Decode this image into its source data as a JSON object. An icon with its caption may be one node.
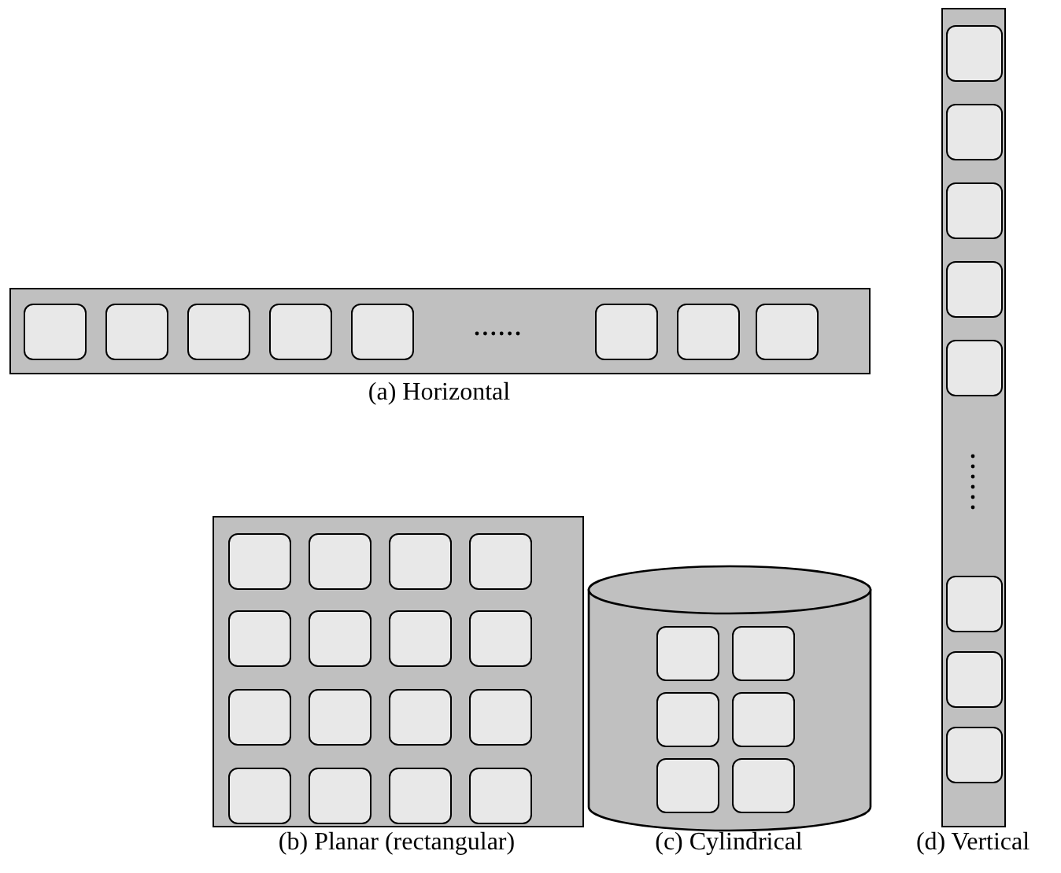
{
  "diagram": {
    "nodes": [
      {
        "text": [],
        "shape": "bar",
        "beside": [
          "(a) Horizontal"
        ]
      },
      {
        "text": [],
        "shape": "box",
        "in": 0
      },
      {
        "text": [],
        "shape": "box",
        "in": 0
      },
      {
        "text": [],
        "shape": "box",
        "in": 0
      },
      {
        "text": [],
        "shape": "box",
        "in": 0
      },
      {
        "text": [],
        "shape": "box",
        "in": 0
      },
      {
        "text": [],
        "shape": "box",
        "in": 0
      },
      {
        "text": [],
        "shape": "box",
        "in": 0
      },
      {
        "text": [],
        "shape": "box",
        "in": 0
      },
      {
        "text": [],
        "shape": "box",
        "beside": [
          "(b) Planar (rectangular)"
        ]
      },
      {
        "text": [],
        "shape": "box",
        "in": 9
      },
      {
        "text": [],
        "shape": "box",
        "in": 9
      },
      {
        "text": [],
        "shape": "box",
        "in": 9
      },
      {
        "text": [],
        "shape": "box",
        "in": 9
      },
      {
        "text": [],
        "shape": "box",
        "in": 9
      },
      {
        "text": [],
        "shape": "box",
        "in": 9
      },
      {
        "text": [],
        "shape": "box",
        "in": 9
      },
      {
        "text": [],
        "shape": "box",
        "in": 9
      },
      {
        "text": [],
        "shape": "box",
        "in": 9
      },
      {
        "text": [],
        "shape": "box",
        "in": 9
      },
      {
        "text": [],
        "shape": "box",
        "in": 9
      },
      {
        "text": [],
        "shape": "box",
        "in": 9
      },
      {
        "text": [],
        "shape": "box",
        "in": 9
      },
      {
        "text": [],
        "shape": "box",
        "in": 9
      },
      {
        "text": [],
        "shape": "box",
        "in": 9
      },
      {
        "text": [],
        "shape": "box",
        "in": 9
      },
      {
        "text": [],
        "shape": "cylinder",
        "beside": [
          "(c) Cylindrical"
        ]
      },
      {
        "text": [],
        "shape": "box",
        "in": 26
      },
      {
        "text": [],
        "shape": "box",
        "in": 26
      },
      {
        "text": [],
        "shape": "box",
        "in": 26
      },
      {
        "text": [],
        "shape": "box",
        "in": 26
      },
      {
        "text": [],
        "shape": "box",
        "in": 26
      },
      {
        "text": [],
        "shape": "box",
        "in": 26
      },
      {
        "text": [],
        "shape": "bar",
        "beside": [
          "(d) Vertical"
        ]
      },
      {
        "text": [],
        "shape": "box",
        "in": 33
      },
      {
        "text": [],
        "shape": "box",
        "in": 33
      },
      {
        "text": [],
        "shape": "box",
        "in": 33
      },
      {
        "text": [],
        "shape": "box",
        "in": 33
      },
      {
        "text": [],
        "shape": "box",
        "in": 33
      },
      {
        "text": [],
        "shape": "box",
        "in": 33
      },
      {
        "text": [],
        "shape": "box",
        "in": 33
      },
      {
        "text": [],
        "shape": "box",
        "in": 33
      }
    ]
  }
}
